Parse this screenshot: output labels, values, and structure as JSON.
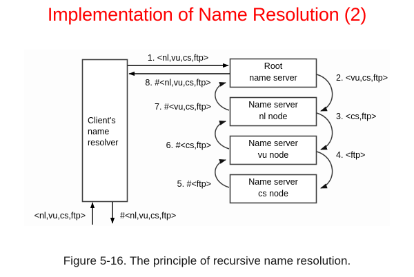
{
  "slide": {
    "title": "Implementation of Name Resolution (2)",
    "title_color": "#fe0000",
    "background_color": "#ffffff",
    "caption": "Figure 5-16. The principle of recursive name resolution."
  },
  "diagram": {
    "panel_color": "#fdfdfd",
    "client": {
      "line1": "Client's",
      "line2": "name",
      "line3": "resolver"
    },
    "servers": [
      {
        "line1": "Root",
        "line2": "name server"
      },
      {
        "line1": "Name server",
        "line2": "nl node"
      },
      {
        "line1": "Name server",
        "line2": "vu node"
      },
      {
        "line1": "Name server",
        "line2": "cs node"
      }
    ],
    "messages": {
      "step1": "1. <nl,vu,cs,ftp>",
      "step2": "2. <vu,cs,ftp>",
      "step3": "3. <cs,ftp>",
      "step4": "4. <ftp>",
      "step5": "5. #<ftp>",
      "step6": "6. #<cs,ftp>",
      "step7": "7. #<vu,cs,ftp>",
      "step8": "8. #<nl,vu,cs,ftp>"
    },
    "client_io": {
      "request": "<nl,vu,cs,ftp>",
      "response": "#<nl,vu,cs,ftp>"
    }
  }
}
